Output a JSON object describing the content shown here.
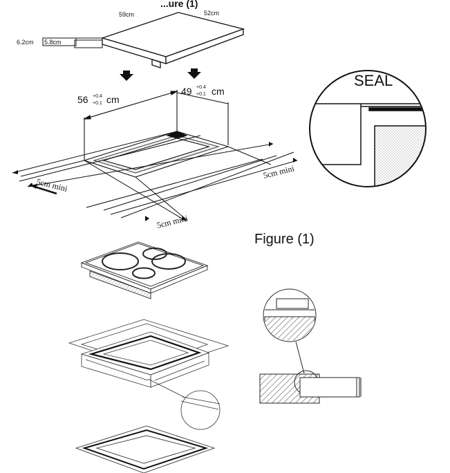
{
  "header_fragment": "...ure (1)",
  "hob": {
    "width_label": "59cm",
    "depth_label": "52cm",
    "thickness_label": "6.2cm",
    "inset_label": "5.8cm"
  },
  "cutout": {
    "width_main": "56",
    "width_tol_plus": "+0.4",
    "width_tol_minus": "+0.1",
    "width_unit": "cm",
    "depth_main": "49",
    "depth_tol_plus": "+0.4",
    "depth_tol_minus": "+0.1",
    "depth_unit": "cm",
    "clearance_left": "5cm mini",
    "clearance_front": "5cm mini",
    "clearance_right": "5cm mini"
  },
  "detail": {
    "seal_label": "SEAL"
  },
  "figure_caption": "Figure (1)"
}
